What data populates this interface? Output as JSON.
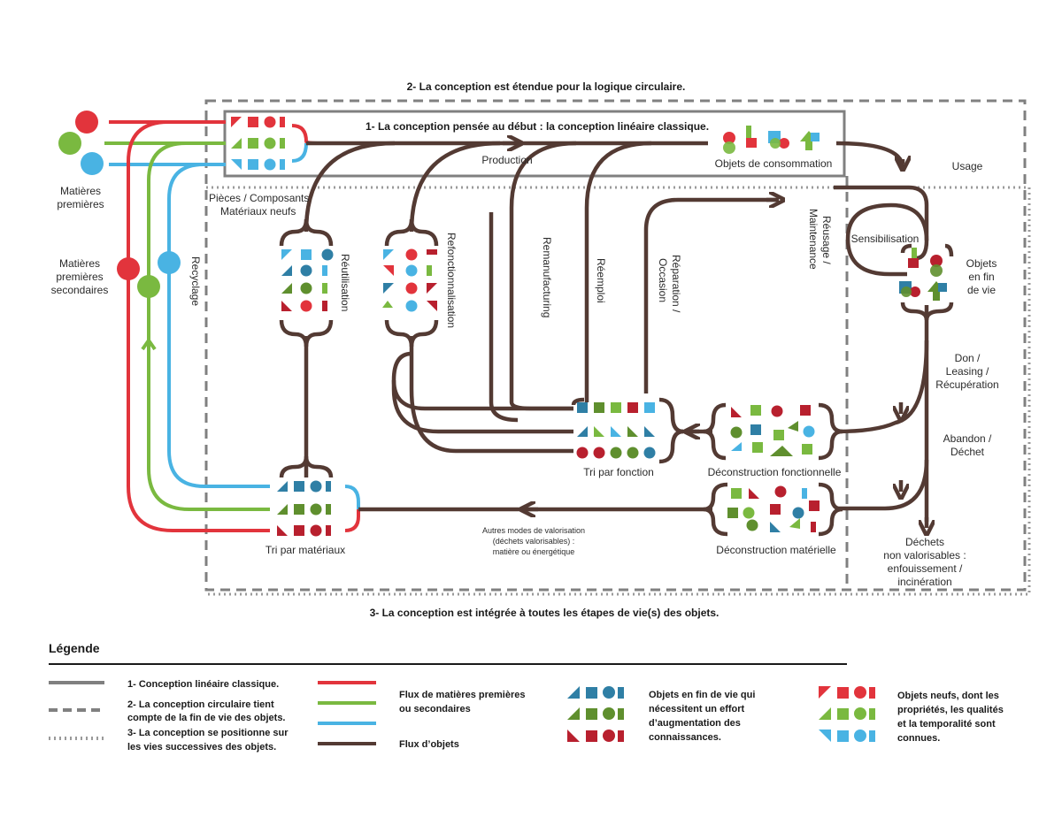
{
  "colors": {
    "red": "#e2343c",
    "green": "#7ab940",
    "blue": "#49b3e3",
    "brown": "#533a33",
    "grey": "#7f7f7f",
    "dark_red": "#b8202e",
    "dark_green": "#5f8f2e",
    "dark_blue": "#2f7fa5"
  },
  "titles": {
    "circular": "2- La conception est étendue pour la logique circulaire.",
    "linear": "1- La conception pensée au début : la conception linéaire classique.",
    "integrated": "3- La conception est intégrée à toutes les étapes de vie(s) des objets."
  },
  "labels": {
    "raw_1": "Matières",
    "raw_2": "premières",
    "sec_1": "Matières",
    "sec_2": "premières",
    "sec_3": "secondaires",
    "recyclage": "Recyclage",
    "production": "Production",
    "objets_conso": "Objets de consommation",
    "usage": "Usage",
    "pieces_1": "Pièces / Composants",
    "pieces_2": "Matériaux neufs",
    "reutilisation": "Réutilisation",
    "refonction": "Refonctionnalisation",
    "remanufacturing": "Remanufacturing",
    "reemploi": "Réemploi",
    "reparation_1": "Réparation /",
    "reparation_2": "Occasion",
    "reusage_1": "Réusage /",
    "reusage_2": "Maintenance",
    "sensibilisation": "Sensibilisation",
    "fin_vie_1": "Objets",
    "fin_vie_2": "en fin",
    "fin_vie_3": "de vie",
    "don_1": "Don /",
    "don_2": "Leasing /",
    "don_3": "Récupération",
    "abandon_1": "Abandon /",
    "abandon_2": "Déchet",
    "tri_fonction": "Tri par fonction",
    "decon_fonc": "Déconstruction fonctionnelle",
    "decon_mat": "Déconstruction matérielle",
    "tri_materiaux": "Tri par matériaux",
    "autres_1": "Autres modes de valorisation",
    "autres_2": "(déchets valorisables) :",
    "autres_3": "matière ou énergétique",
    "dechets_1": "Déchets",
    "dechets_2": "non valorisables :",
    "dechets_3": "enfouissement /",
    "dechets_4": "incinération"
  },
  "legend": {
    "title": "Légende",
    "line_linear": "1- Conception linéaire classique.",
    "line_circular_1": "2- La conception circulaire tient",
    "line_circular_2": "compte de la fin de vie des objets.",
    "line_integrated_1": "3- La conception se positionne sur",
    "line_integrated_2": "les vies successives des objets.",
    "flux_mat_1": "Flux de matières premières",
    "flux_mat_2": "ou secondaires",
    "flux_obj": "Flux d’objets",
    "obj_fin_1": "Objets en fin de vie qui",
    "obj_fin_2": "nécessitent un effort",
    "obj_fin_3": "d’augmentation des",
    "obj_fin_4": "connaissances.",
    "obj_neuf_1": "Objets neufs, dont les",
    "obj_neuf_2": "propriétés, les qualités",
    "obj_neuf_3": "et la temporalité sont",
    "obj_neuf_4": "connues."
  }
}
